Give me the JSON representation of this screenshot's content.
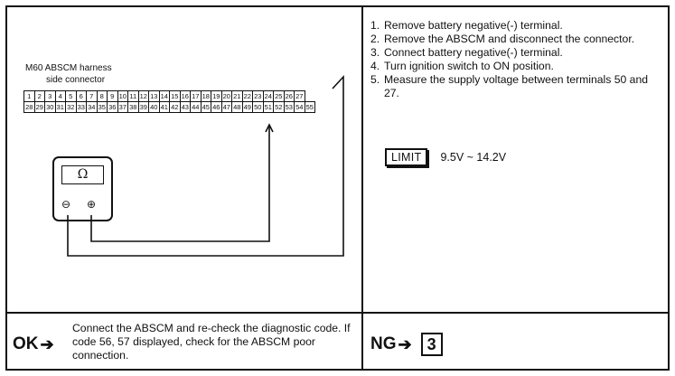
{
  "connector": {
    "title": "M60 ABSCM harness",
    "subtitle": "side connector",
    "row1": [
      "1",
      "2",
      "3",
      "4",
      "5",
      "6",
      "7",
      "8",
      "9",
      "10",
      "11",
      "12",
      "13",
      "14",
      "15",
      "16",
      "17",
      "18",
      "19",
      "20",
      "21",
      "22",
      "23",
      "24",
      "25",
      "26",
      "27"
    ],
    "row2": [
      "28",
      "29",
      "30",
      "31",
      "32",
      "33",
      "34",
      "35",
      "36",
      "37",
      "38",
      "39",
      "40",
      "41",
      "42",
      "43",
      "44",
      "45",
      "46",
      "47",
      "48",
      "49",
      "50",
      "51",
      "52",
      "53",
      "54",
      "55"
    ]
  },
  "meter": {
    "display": "Ω",
    "neg_terminal": "⊖",
    "pos_terminal": "⊕"
  },
  "steps": [
    {
      "num": "1.",
      "text": "Remove battery negative(-) terminal."
    },
    {
      "num": "2.",
      "text": "Remove the ABSCM and disconnect the connector."
    },
    {
      "num": "3.",
      "text": "Connect battery negative(-) terminal."
    },
    {
      "num": "4.",
      "text": "Turn ignition switch to ON position."
    },
    {
      "num": "5.",
      "text": "Measure the supply voltage between terminals 50 and 27."
    }
  ],
  "limit": {
    "label": "LIMIT",
    "value": "9.5V ~ 14.2V"
  },
  "ok": {
    "label": "OK",
    "arrow": "➔",
    "text": "Connect the ABSCM and re-check the diagnostic code. If code 56, 57 displayed, check for the ABSCM poor connection."
  },
  "ng": {
    "label": "NG",
    "arrow": "➔",
    "next_step": "3"
  }
}
